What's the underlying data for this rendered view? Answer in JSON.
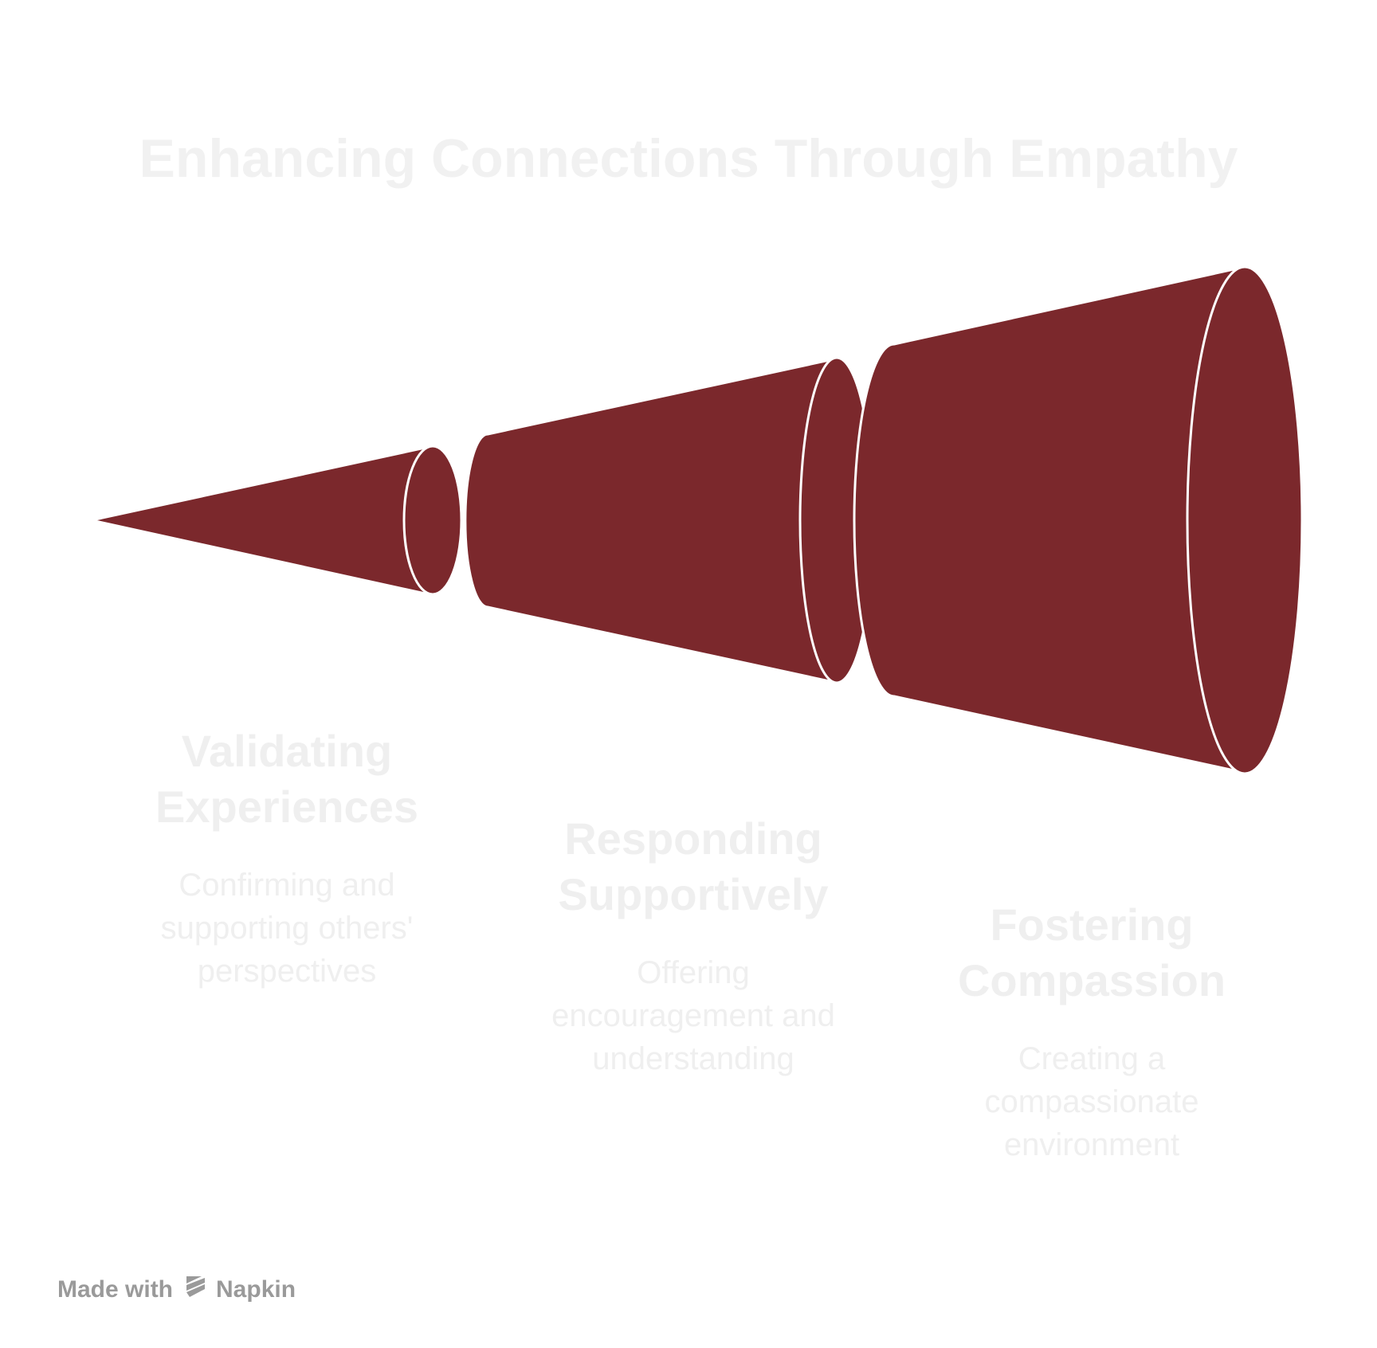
{
  "title": "Enhancing Connections Through Empathy",
  "colors": {
    "segment_fill": "#7b282c",
    "segment_edge": "#ffffff",
    "faded_text": "#efefef",
    "footer_text": "#9a9a9a"
  },
  "stages": [
    {
      "title_line1": "Validating",
      "title_line2": "Experiences",
      "desc_line1": "Confirming and",
      "desc_line2": "supporting others'",
      "desc_line3": "perspectives"
    },
    {
      "title_line1": "Responding",
      "title_line2": "Supportively",
      "desc_line1": "Offering",
      "desc_line2": "encouragement and",
      "desc_line3": "understanding"
    },
    {
      "title_line1": "Fostering",
      "title_line2": "Compassion",
      "desc_line1": "Creating a",
      "desc_line2": "compassionate",
      "desc_line3": "environment"
    }
  ],
  "footer": {
    "made_with": "Made with",
    "brand": "Napkin",
    "icon": "napkin-logo-icon"
  }
}
